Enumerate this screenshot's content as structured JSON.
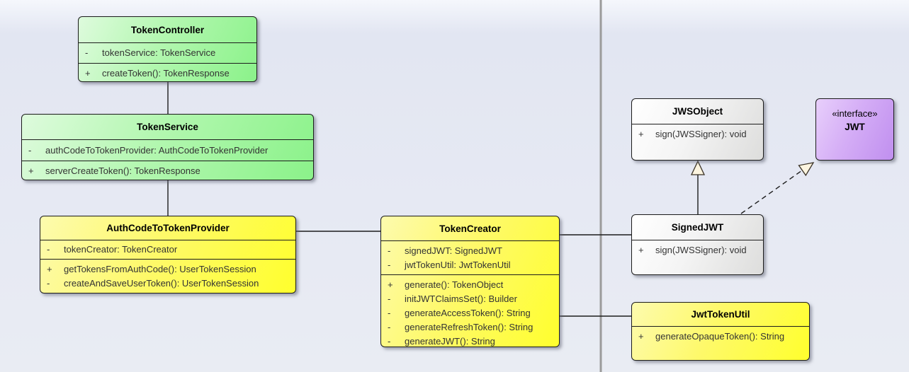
{
  "diagram": {
    "type": "uml-class-diagram",
    "colors": {
      "class_green": "#8bf28a",
      "class_yellow": "#ffff2d",
      "class_gray": "#dddddc",
      "interface_purple": "#c08fef",
      "connector": "#1c1c1c",
      "arrowhead_fill": "#fcf4df",
      "page_divider": "#9b9b9b",
      "background": "#e6e9f3"
    }
  },
  "classes": [
    {
      "name": "TokenController",
      "attributes": [
        {
          "vis": "-",
          "text": "tokenService: TokenService"
        }
      ],
      "methods": [
        {
          "vis": "+",
          "text": "createToken(): TokenResponse"
        }
      ]
    },
    {
      "name": "TokenService",
      "attributes": [
        {
          "vis": "-",
          "text": "authCodeToTokenProvider: AuthCodeToTokenProvider"
        }
      ],
      "methods": [
        {
          "vis": "+",
          "text": "serverCreateToken(): TokenResponse"
        }
      ]
    },
    {
      "name": "AuthCodeToTokenProvider",
      "attributes": [
        {
          "vis": "-",
          "text": "tokenCreator: TokenCreator"
        }
      ],
      "methods": [
        {
          "vis": "+",
          "text": "getTokensFromAuthCode(): UserTokenSession"
        },
        {
          "vis": "-",
          "text": "createAndSaveUserToken(): UserTokenSession"
        }
      ]
    },
    {
      "name": "TokenCreator",
      "attributes": [
        {
          "vis": "-",
          "text": "signedJWT: SignedJWT"
        },
        {
          "vis": "-",
          "text": "jwtTokenUtil: JwtTokenUtil"
        }
      ],
      "methods": [
        {
          "vis": "+",
          "text": "generate(): TokenObject"
        },
        {
          "vis": "-",
          "text": "initJWTClaimsSet(): Builder"
        },
        {
          "vis": "-",
          "text": "generateAccessToken(): String"
        },
        {
          "vis": "-",
          "text": "generateRefreshToken(): String"
        },
        {
          "vis": "-",
          "text": "generateJWT(): String"
        }
      ]
    },
    {
      "name": "JWSObject",
      "methods": [
        {
          "vis": "+",
          "text": "sign(JWSSigner): void"
        }
      ]
    },
    {
      "name": "SignedJWT",
      "methods": [
        {
          "vis": "+",
          "text": "sign(JWSSigner): void"
        }
      ]
    },
    {
      "name": "JwtTokenUtil",
      "methods": [
        {
          "vis": "+",
          "text": "generateOpaqueToken(): String"
        }
      ]
    },
    {
      "name": "JWT",
      "stereotype": "«interface»"
    }
  ],
  "relationships": [
    {
      "from": "TokenController",
      "to": "TokenService",
      "type": "association"
    },
    {
      "from": "TokenService",
      "to": "AuthCodeToTokenProvider",
      "type": "association"
    },
    {
      "from": "AuthCodeToTokenProvider",
      "to": "TokenCreator",
      "type": "association"
    },
    {
      "from": "TokenCreator",
      "to": "SignedJWT",
      "type": "association"
    },
    {
      "from": "TokenCreator",
      "to": "JwtTokenUtil",
      "type": "association"
    },
    {
      "from": "SignedJWT",
      "to": "JWSObject",
      "type": "generalization"
    },
    {
      "from": "SignedJWT",
      "to": "JWT",
      "type": "realization"
    }
  ]
}
